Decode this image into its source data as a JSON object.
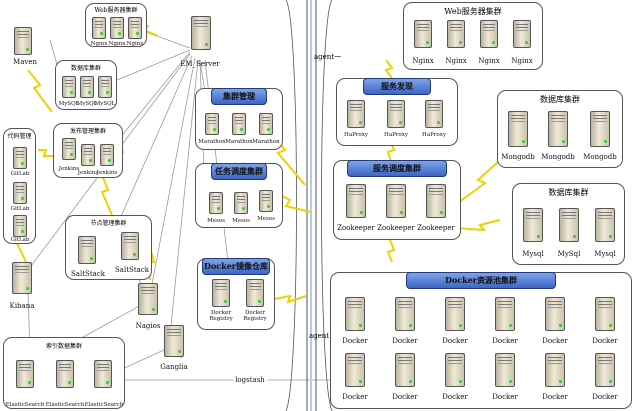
{
  "colors": {
    "header_blue": "#4a78d4",
    "link_yellow": "#f4ef1a",
    "line_gray": "#9a9a9a"
  },
  "labels": {
    "maven": "Maven",
    "em_server": "EM_Server",
    "kibana": "Kibana",
    "nagios": "Nagios",
    "ganglia": "Ganglia",
    "logstash": "logstash",
    "agent_top": "agent一",
    "agent_bottom": "agent"
  },
  "groups": {
    "web_small": {
      "title": "Web服务器集群",
      "items": [
        "Nginx",
        "Nginx",
        "Nginx"
      ]
    },
    "db_small": {
      "title": "数据库集群",
      "items": [
        "MySQL",
        "MySQL",
        "MySQL"
      ]
    },
    "code": {
      "title": "代码管理",
      "items": [
        "GitLab",
        "GitLab",
        "GitLab"
      ]
    },
    "publish": {
      "title": "发布管理集群",
      "items": [
        "Jenkins",
        "Jenkins",
        "Jenkins"
      ]
    },
    "node_mgmt": {
      "title": "节点管理集群",
      "items": [
        "SaltStack",
        "SaltStack"
      ]
    },
    "cluster_mgmt": {
      "title": "集群管理",
      "items": [
        "Marathon",
        "Marathon",
        "Marathon"
      ]
    },
    "task_sched": {
      "title": "任务调度集群",
      "items": [
        "Mesos",
        "Mesos",
        "Mesos"
      ]
    },
    "registry": {
      "title": "Docker镜像仓库",
      "items": [
        "Docker Registry",
        "Docker Registry"
      ]
    },
    "index": {
      "title": "索引数据集群",
      "items": [
        "ElasticSearch",
        "ElasticSearch",
        "ElasticSearch"
      ]
    },
    "web_big": {
      "title": "Web服务器集群",
      "items": [
        "Nginx",
        "Nginx",
        "Nginx",
        "Nginx"
      ]
    },
    "discovery": {
      "title": "服务发现",
      "items": [
        "HaProxy",
        "HaProxy",
        "HaProxy"
      ]
    },
    "mongo": {
      "title": "数据库集群",
      "items": [
        "Mongodb",
        "Mongodb",
        "Mongodb"
      ]
    },
    "svc_sched": {
      "title": "服务调度集群",
      "items": [
        "Zookeeper",
        "Zookeeper",
        "Zookeeper"
      ]
    },
    "mysql": {
      "title": "数据库集群",
      "items": [
        "Mysql",
        "MySql",
        "Mysql"
      ]
    },
    "docker_pool": {
      "title": "Docker资源池集群",
      "items": [
        "Docker",
        "Docker",
        "Docker",
        "Docker",
        "Docker",
        "Docker",
        "Docker",
        "Docker",
        "Docker",
        "Docker",
        "Docker",
        "Docker"
      ]
    }
  }
}
